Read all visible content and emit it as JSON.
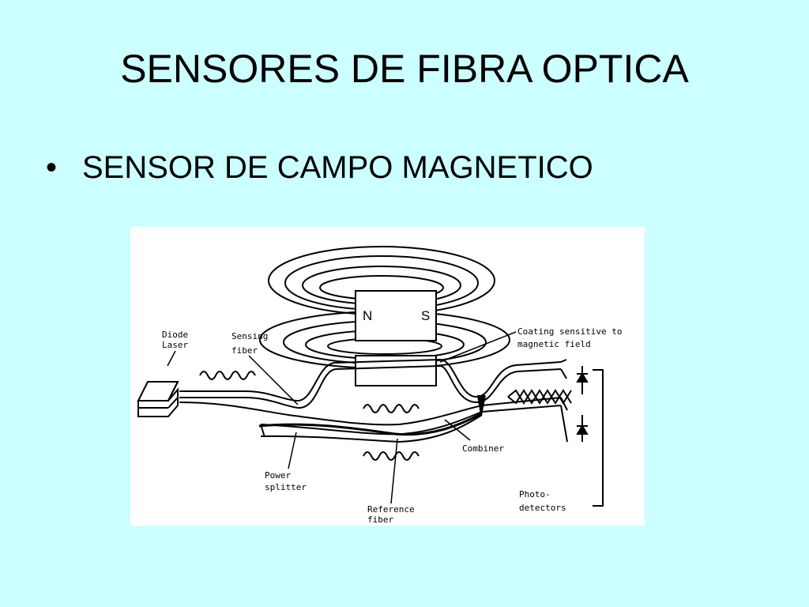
{
  "slide": {
    "title": "SENSORES DE FIBRA OPTICA",
    "bullet": "SENSOR DE CAMPO MAGNETICO",
    "bullet_symbol": "•"
  },
  "diagram": {
    "magnet": {
      "north": "N",
      "south": "S"
    },
    "labels": {
      "diode_line1": "Diode",
      "diode_line2": "Laser",
      "sensing_line1": "Sensing",
      "sensing_line2": "fiber",
      "coating_line1": "Coating sensitive to",
      "coating_line2": "magnetic field",
      "combiner": "Combiner",
      "power_line1": "Power",
      "power_line2": "splitter",
      "reference_line1": "Reference",
      "reference_line2": "fiber",
      "photo_line1": "Photo-",
      "photo_line2": "detectors"
    }
  }
}
